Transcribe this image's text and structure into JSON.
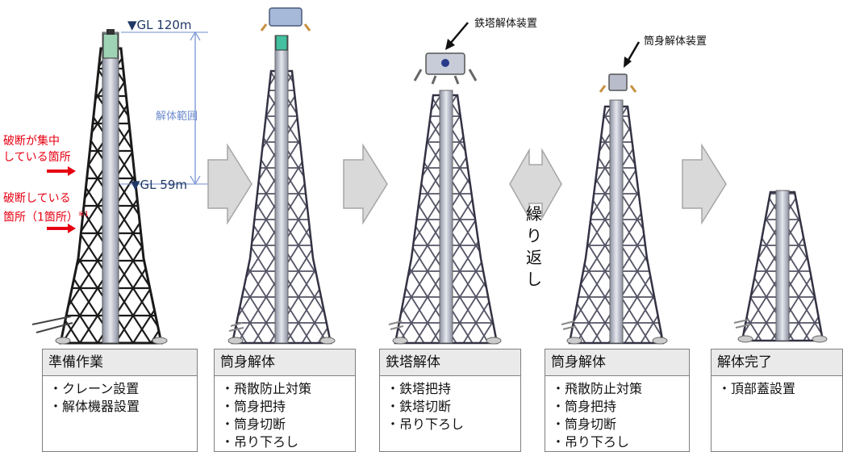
{
  "levels": {
    "top": "▼GL 120m",
    "bottom": "▼GL 59m"
  },
  "range_label": "解体範囲",
  "rupture_concentrated": [
    "破断が集中",
    "している箇所"
  ],
  "rupture_single": [
    "破断している",
    "箇所（1箇所）",
    "※1"
  ],
  "callouts": {
    "tower_device": "鉄塔解体装置",
    "cylinder_device": "筒身解体装置"
  },
  "repeat_label": [
    "繰",
    "り",
    "返",
    "し"
  ],
  "stages": [
    {
      "title": "準備作業",
      "items": [
        "・クレーン設置",
        "・解体機器設置"
      ]
    },
    {
      "title": "筒身解体",
      "items": [
        "・飛散防止対策",
        "・筒身把持",
        "・筒身切断",
        "・吊り下ろし"
      ]
    },
    {
      "title": "鉄塔解体",
      "items": [
        "・鉄塔把持",
        "・鉄塔切断",
        "・吊り下ろし"
      ]
    },
    {
      "title": "筒身解体",
      "items": [
        "・飛散防止対策",
        "・筒身把持",
        "・筒身切断",
        "・吊り下ろし"
      ]
    },
    {
      "title": "解体完了",
      "items": [
        "・頂部蓋設置"
      ]
    }
  ],
  "colors": {
    "red": "#e60012",
    "arrow_fill": "#d9d9d9",
    "arrow_stroke": "#a6a6a6",
    "lattice": "#1a1a1a",
    "lattice_light": "#6d6d80",
    "range": "#6f8ccf"
  }
}
